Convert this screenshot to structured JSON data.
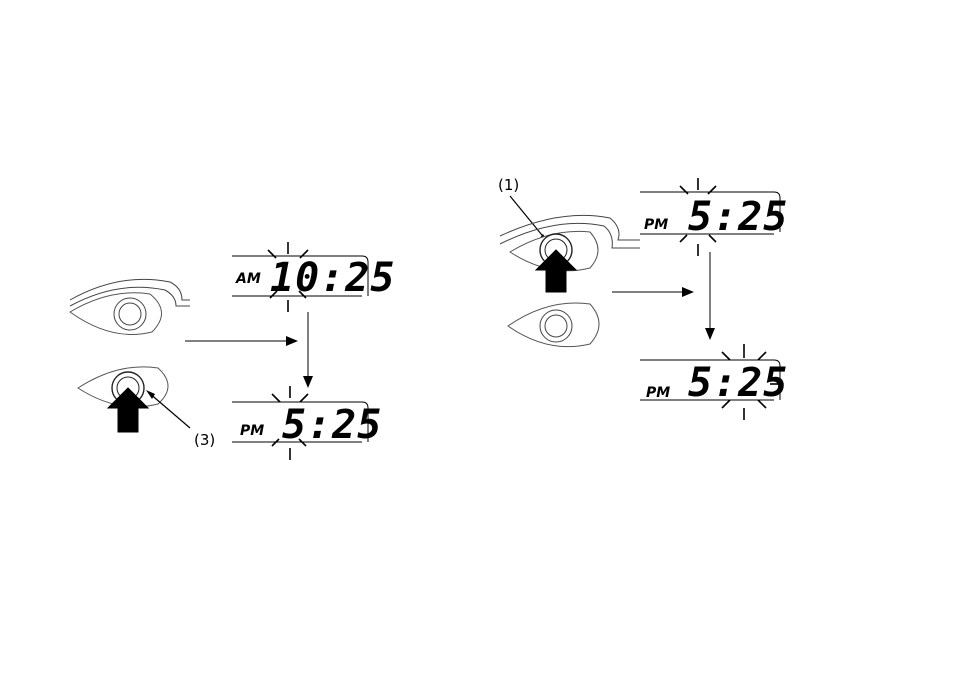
{
  "left": {
    "display_before": {
      "period": "AM",
      "time": "10:25"
    },
    "display_after": {
      "period": "PM",
      "time": "5:25"
    },
    "callout": "(3)"
  },
  "right": {
    "display_before": {
      "period": "PM",
      "time": "5:25"
    },
    "display_after": {
      "period": "PM",
      "time": "5:25"
    },
    "callout": "(1)"
  },
  "colors": {
    "ink": "#000000",
    "button_ring": "#555555",
    "background": "#ffffff"
  }
}
